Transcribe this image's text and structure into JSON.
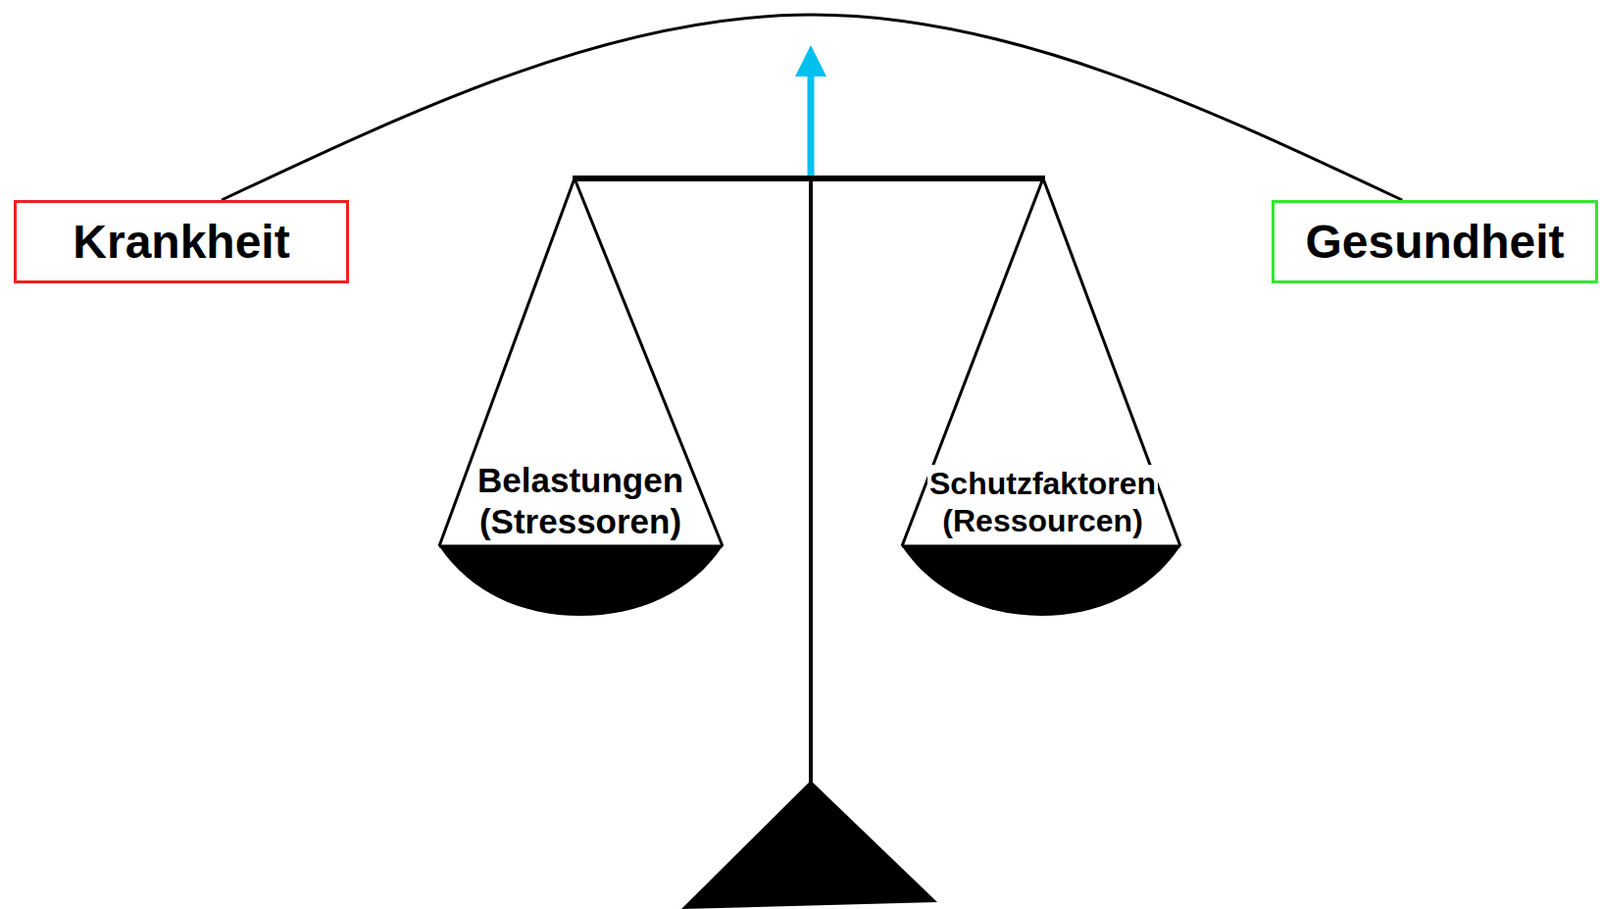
{
  "diagram": {
    "nodes": [
      {
        "text": [
          "Krankheit"
        ]
      },
      {
        "text": [
          "Gesundheit"
        ]
      },
      {
        "text": [
          "Belastungen (Stressoren)"
        ]
      },
      {
        "text": [
          "Schutzfaktoren (Ressourcen)"
        ]
      }
    ],
    "edges": [
      {
        "from": 0,
        "to": 1,
        "arrow": "none"
      }
    ]
  }
}
